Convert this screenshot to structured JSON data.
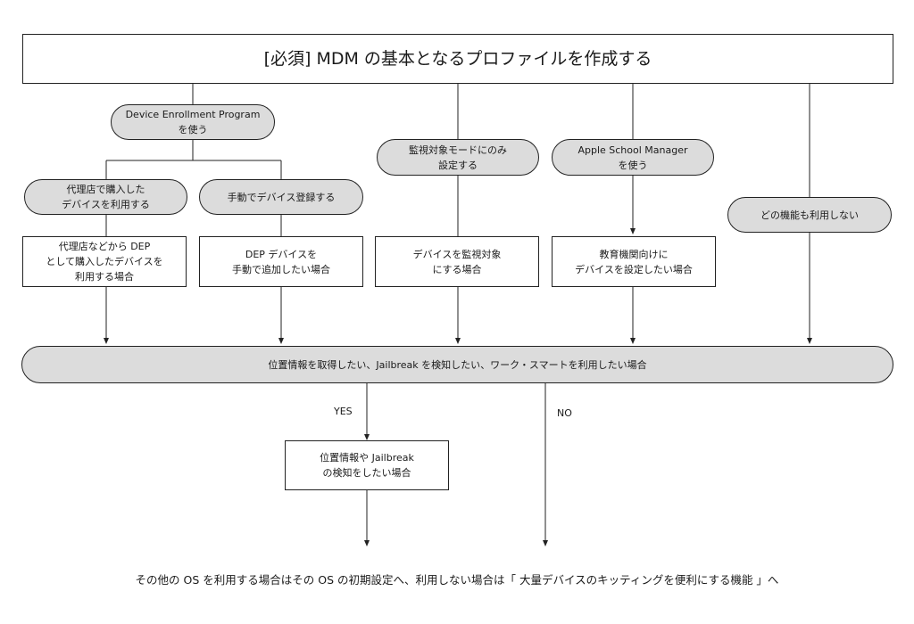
{
  "title": "[必須] MDM の基本となるプロファイルを作成する",
  "branches": {
    "dep": [
      "Device Enrollment Program",
      "を使う"
    ],
    "supervised": [
      "監視対象モードにのみ",
      "設定する"
    ],
    "asm": [
      "Apple School Manager",
      "を使う"
    ],
    "none": [
      "どの機能も利用しない"
    ]
  },
  "sub_branches": {
    "reseller": [
      "代理店で購入した",
      "デバイスを利用する"
    ],
    "manual": [
      "手動でデバイス登録する"
    ]
  },
  "cases": {
    "reseller": [
      "代理店などから DEP",
      "として購入したデバイスを",
      "利用する場合"
    ],
    "manual": [
      "DEP デバイスを",
      "手動で追加したい場合"
    ],
    "supervised": [
      "デバイスを監視対象",
      "にする場合"
    ],
    "asm": [
      "教育機関向けに",
      "デバイスを設定したい場合"
    ]
  },
  "question": "位置情報を取得したい、Jailbreak を検知したい、ワーク・スマートを利用したい場合",
  "yes_label": "YES",
  "no_label": "NO",
  "yes_box": [
    "位置情報や Jailbreak",
    "の検知をしたい場合"
  ],
  "footer": "その他の OS を利用する場合はその OS の初期設定へ、利用しない場合は「 大量デバイスのキッティングを便利にする機能 」へ"
}
